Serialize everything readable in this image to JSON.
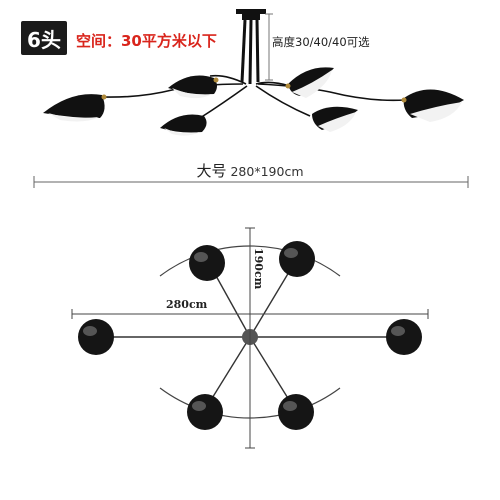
{
  "header": {
    "head_count": "6头",
    "space_text": "空间：30平方米以下",
    "height_text": "高度30/40/40可选"
  },
  "size": {
    "label": "大号",
    "dims": "280*190cm"
  },
  "diagram": {
    "width_label": "280cm",
    "height_label": "190cm"
  },
  "colors": {
    "accent_red": "#d9251c",
    "badge_bg": "#1b1b1b",
    "lamp_black": "#111111"
  }
}
